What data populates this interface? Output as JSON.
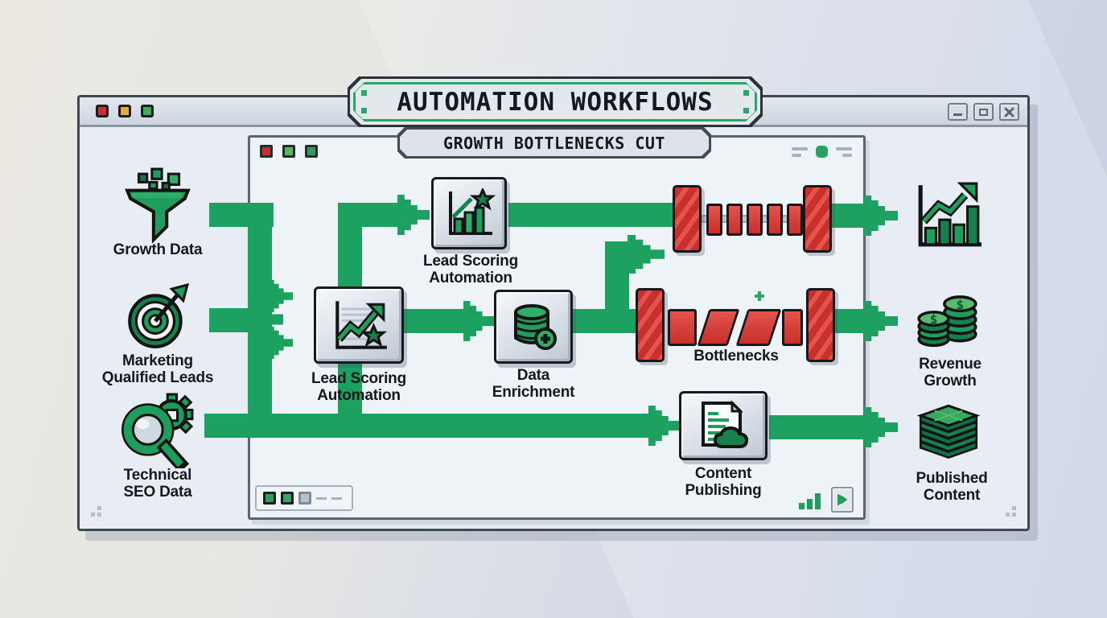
{
  "window": {
    "title": "AUTOMATION WORKFLOWS",
    "subtitle": "GROWTH BOTTLENECKS CUT",
    "traffic_lights": [
      "red",
      "yellow",
      "green"
    ],
    "controls": [
      "minimize",
      "maximize",
      "close"
    ]
  },
  "inner_window": {
    "traffic_lights": [
      "red",
      "green",
      "green"
    ],
    "status_squares": [
      "green",
      "green",
      "gray"
    ],
    "corner_widgets": [
      "dash-deco",
      "green-dot",
      "signal-bars",
      "play-button"
    ]
  },
  "flow": {
    "sources": [
      {
        "label": "Growth Data",
        "icon": "funnel-icon"
      },
      {
        "label": "Marketing Qualified Leads",
        "icon": "target-icon"
      },
      {
        "label": "Technical SEO Data",
        "icon": "search-gear-icon"
      }
    ],
    "processes": [
      {
        "label": "Lead Scoring Automation",
        "icon": "bar-chart-star-icon"
      },
      {
        "label": "Lead Scoring Automation",
        "icon": "trend-chart-star-icon"
      },
      {
        "label": "Data Enrichment",
        "icon": "database-plus-icon"
      },
      {
        "label": "Content Publishing",
        "icon": "document-cloud-icon"
      }
    ],
    "bottleneck_label": "Bottlenecks",
    "outputs": [
      {
        "label": "",
        "icon": "growth-bar-chart-icon"
      },
      {
        "label": "Revenue Growth",
        "icon": "coins-icon"
      },
      {
        "label": "Published Content",
        "icon": "stacked-layers-icon"
      }
    ]
  },
  "colors": {
    "arrow_green": "#1CA160",
    "icon_green": "#1F9D5C",
    "bottleneck_red": "#C9302C",
    "window_fill": "#E7EDF2",
    "inner_fill": "#EDF3F6"
  }
}
